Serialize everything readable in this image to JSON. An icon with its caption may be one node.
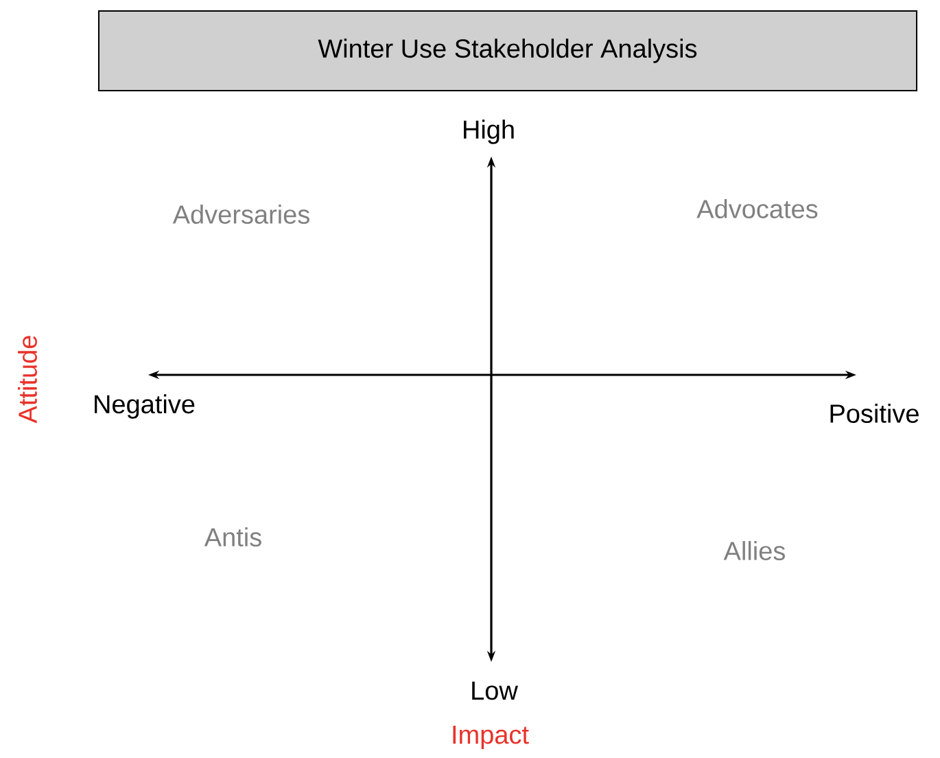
{
  "diagram": {
    "title": "Winter Use Stakeholder Analysis",
    "labels": [
      "High",
      "Adversaries",
      "Advocates",
      "Attitude",
      "Negative",
      "Positive",
      "Antis",
      "Allies",
      "Low",
      "Impact"
    ]
  }
}
